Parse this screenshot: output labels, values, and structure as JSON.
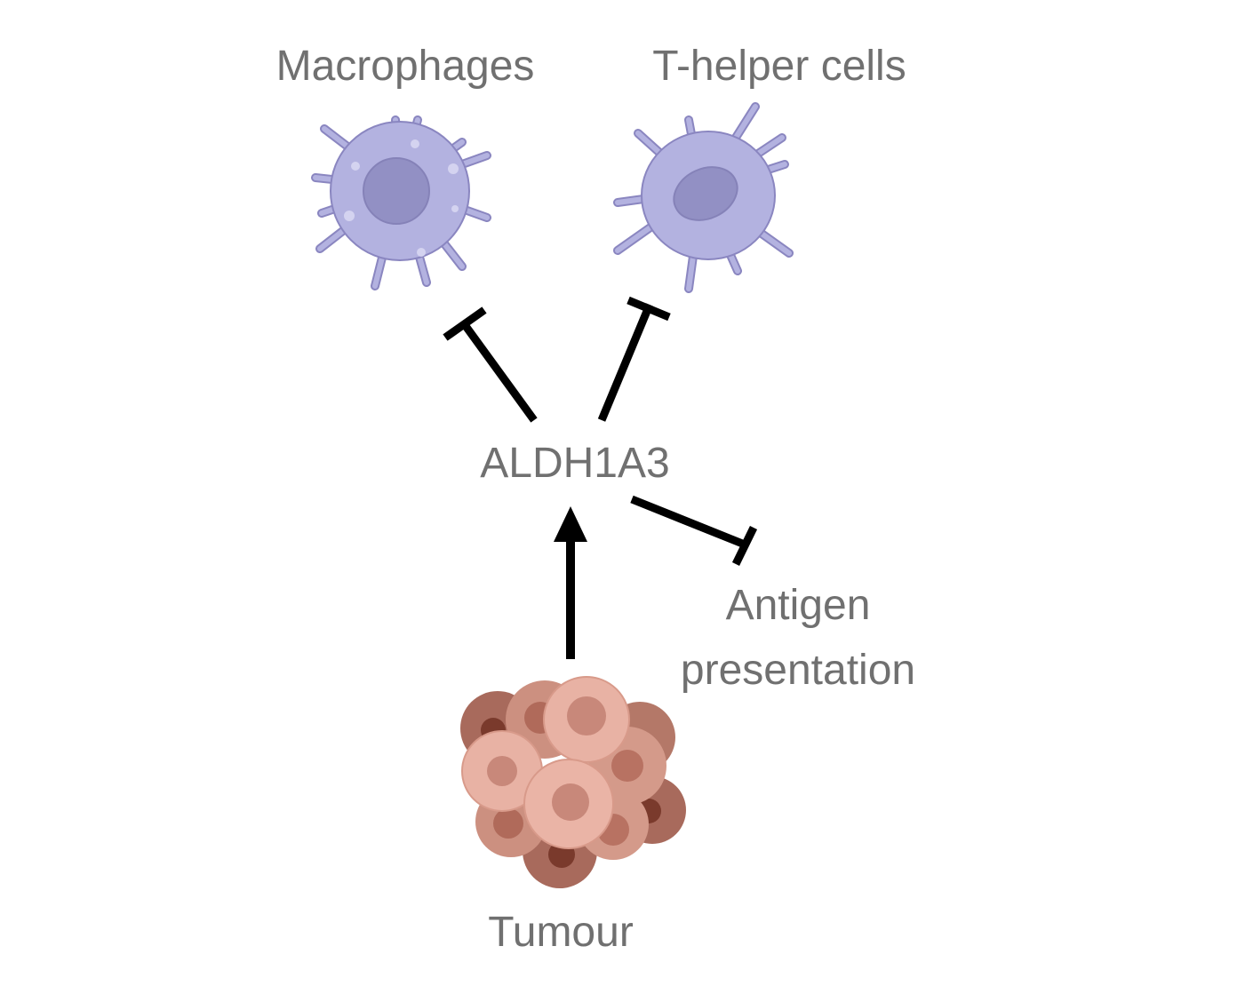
{
  "labels": {
    "macrophages": "Macrophages",
    "t_helper": "T-helper cells",
    "gene": "ALDH1A3",
    "antigen_line1": "Antigen",
    "antigen_line2": "presentation",
    "tumour": "Tumour"
  },
  "colors": {
    "text": "#707070",
    "cell_body": "#b3b2e0",
    "cell_nucleus": "#9290c4",
    "tumour_light": "#e2a89a",
    "tumour_dark": "#8a4a3c",
    "arrow": "#000000"
  }
}
